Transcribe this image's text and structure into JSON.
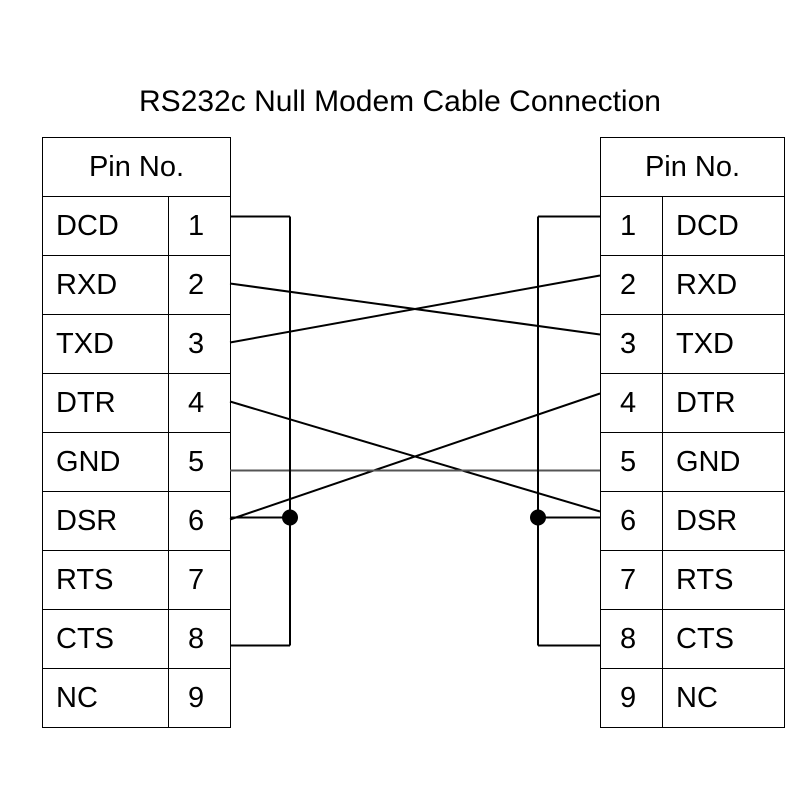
{
  "title": "RS232c Null Modem Cable Connection",
  "left_connector": {
    "header": "Pin No.",
    "pins": [
      {
        "signal": "DCD",
        "pin": "1"
      },
      {
        "signal": "RXD",
        "pin": "2"
      },
      {
        "signal": "TXD",
        "pin": "3"
      },
      {
        "signal": "DTR",
        "pin": "4"
      },
      {
        "signal": "GND",
        "pin": "5"
      },
      {
        "signal": "DSR",
        "pin": "6"
      },
      {
        "signal": "RTS",
        "pin": "7"
      },
      {
        "signal": "CTS",
        "pin": "8"
      },
      {
        "signal": "NC",
        "pin": "9"
      }
    ]
  },
  "right_connector": {
    "header": "Pin No.",
    "pins": [
      {
        "pin": "1",
        "signal": "DCD"
      },
      {
        "pin": "2",
        "signal": "RXD"
      },
      {
        "pin": "3",
        "signal": "TXD"
      },
      {
        "pin": "4",
        "signal": "DTR"
      },
      {
        "pin": "5",
        "signal": "GND"
      },
      {
        "pin": "6",
        "signal": "DSR"
      },
      {
        "pin": "7",
        "signal": "RTS"
      },
      {
        "pin": "8",
        "signal": "CTS"
      },
      {
        "pin": "9",
        "signal": "NC"
      }
    ]
  },
  "wiring": {
    "crossovers": [
      {
        "from_pin": 2,
        "to_pin": 3
      },
      {
        "from_pin": 3,
        "to_pin": 2
      },
      {
        "from_pin": 4,
        "to_pin": 6
      },
      {
        "from_pin": 6,
        "to_pin": 4
      }
    ],
    "straight": [
      {
        "from_pin": 5,
        "to_pin": 5
      }
    ],
    "left_loopback_pins": [
      1,
      6,
      8
    ],
    "right_loopback_pins": [
      1,
      6,
      8
    ],
    "junction_pin": 6,
    "line_color": "#000000",
    "ground_line_color": "#555555"
  }
}
